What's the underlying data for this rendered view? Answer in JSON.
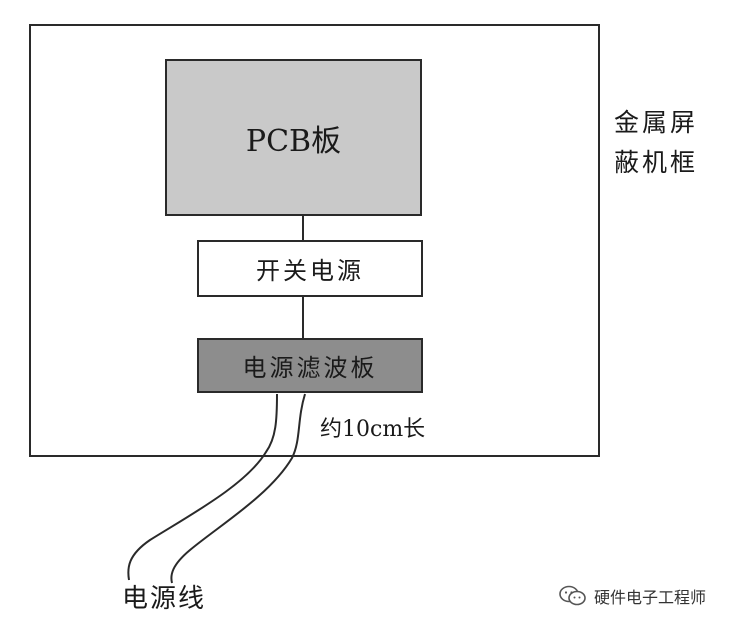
{
  "diagram": {
    "pcb_label": "PCB板",
    "psu_label": "开关电源",
    "filter_label": "电源滤波板",
    "enclosure_label": "金属屏蔽机框",
    "length_label": "约10cm长",
    "cable_label": "电源线"
  },
  "watermark": {
    "text": "硬件电子工程师",
    "icon": "wechat-icon"
  },
  "colors": {
    "pcb_fill": "#c9c9c9",
    "filter_fill": "#8d8d8d",
    "line": "#2a2a2a"
  }
}
